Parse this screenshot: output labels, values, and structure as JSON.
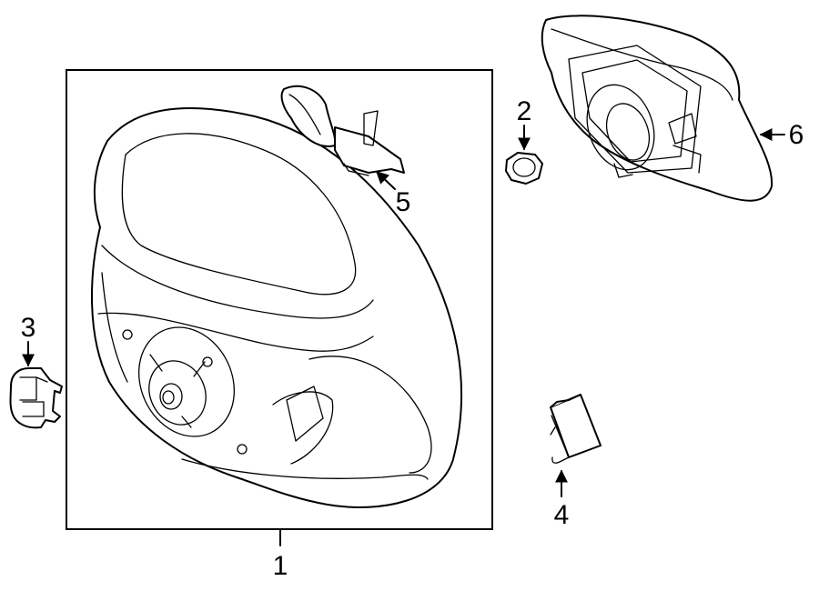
{
  "parts": [
    {
      "id": "steering-wheel",
      "callout": "1"
    },
    {
      "id": "nut",
      "callout": "2"
    },
    {
      "id": "cover-cap",
      "callout": "3"
    },
    {
      "id": "clip",
      "callout": "4"
    },
    {
      "id": "wire-harness",
      "callout": "5"
    },
    {
      "id": "airbag-module",
      "callout": "6"
    }
  ]
}
